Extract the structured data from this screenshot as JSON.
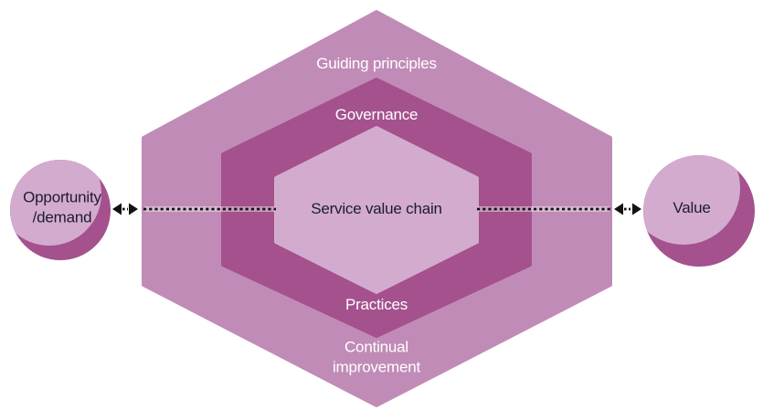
{
  "labels": {
    "guiding_principles": "Guiding principles",
    "governance": "Governance",
    "service_value_chain": "Service value chain",
    "practices": "Practices",
    "continual_improvement": "Continual\nimprovement",
    "opportunity_demand": "Opportunity\n/demand",
    "value": "Value"
  },
  "colors": {
    "outer_hexagon": "#c18bb7",
    "middle_hexagon": "#a4518e",
    "inner_hexagon": "#d3abce",
    "circle_light": "#d3abce",
    "circle_dark": "#a4518e",
    "arrow": "#121212",
    "label_light": "#ffffff",
    "label_dark": "#1c1c30",
    "background": "#ffffff"
  }
}
